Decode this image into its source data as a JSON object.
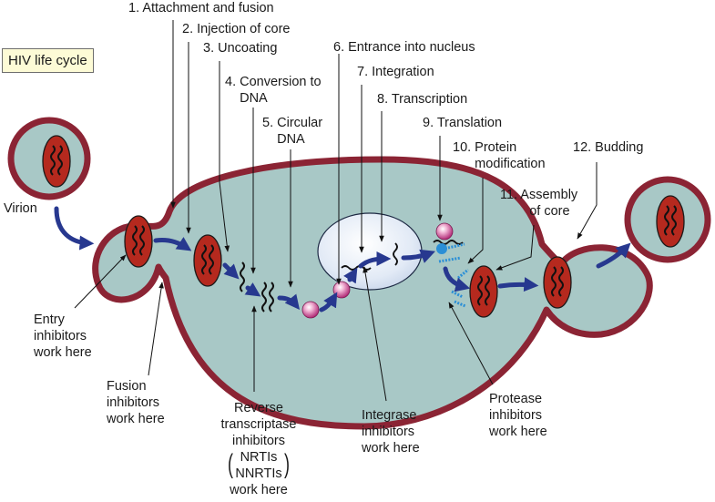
{
  "title": "HIV life cycle",
  "colors": {
    "cytoplasm": "#a8c8c6",
    "membrane": "#8b2434",
    "core": "#b5291e",
    "nucleus": "#dce6f4",
    "arrow": "#27388f",
    "protein": "#2b8fd6",
    "ribosome": "#d25a98",
    "title_bg": "#fdfbd6"
  },
  "steps": [
    {
      "id": 1,
      "label": "1. Attachment and fusion"
    },
    {
      "id": 2,
      "label": "2. Injection of core"
    },
    {
      "id": 3,
      "label": "3. Uncoating"
    },
    {
      "id": 4,
      "label": "4. Conversion to\n    DNA"
    },
    {
      "id": 5,
      "label": "5. Circular\n    DNA"
    },
    {
      "id": 6,
      "label": "6. Entrance into nucleus"
    },
    {
      "id": 7,
      "label": "7. Integration"
    },
    {
      "id": 8,
      "label": "8. Transcription"
    },
    {
      "id": 9,
      "label": "9. Translation"
    },
    {
      "id": 10,
      "label": "10. Protein\n      modification"
    },
    {
      "id": 11,
      "label": "11. Assembly\n        of core"
    },
    {
      "id": 12,
      "label": "12. Budding"
    }
  ],
  "virion_label": "Virion",
  "inhibitors": {
    "entry": "Entry\ninhibitors\nwork here",
    "fusion": "Fusion\ninhibitors\nwork here",
    "reverse_transcriptase_lines": [
      "Reverse",
      "transcriptase",
      "inhibitors"
    ],
    "reverse_transcriptase_classes": [
      "NRTIs",
      "NNRTIs"
    ],
    "reverse_transcriptase_tail": "work here",
    "integrase": "Integrase\ninhibitors\nwork here",
    "protease": "Protease\ninhibitors\nwork here"
  }
}
